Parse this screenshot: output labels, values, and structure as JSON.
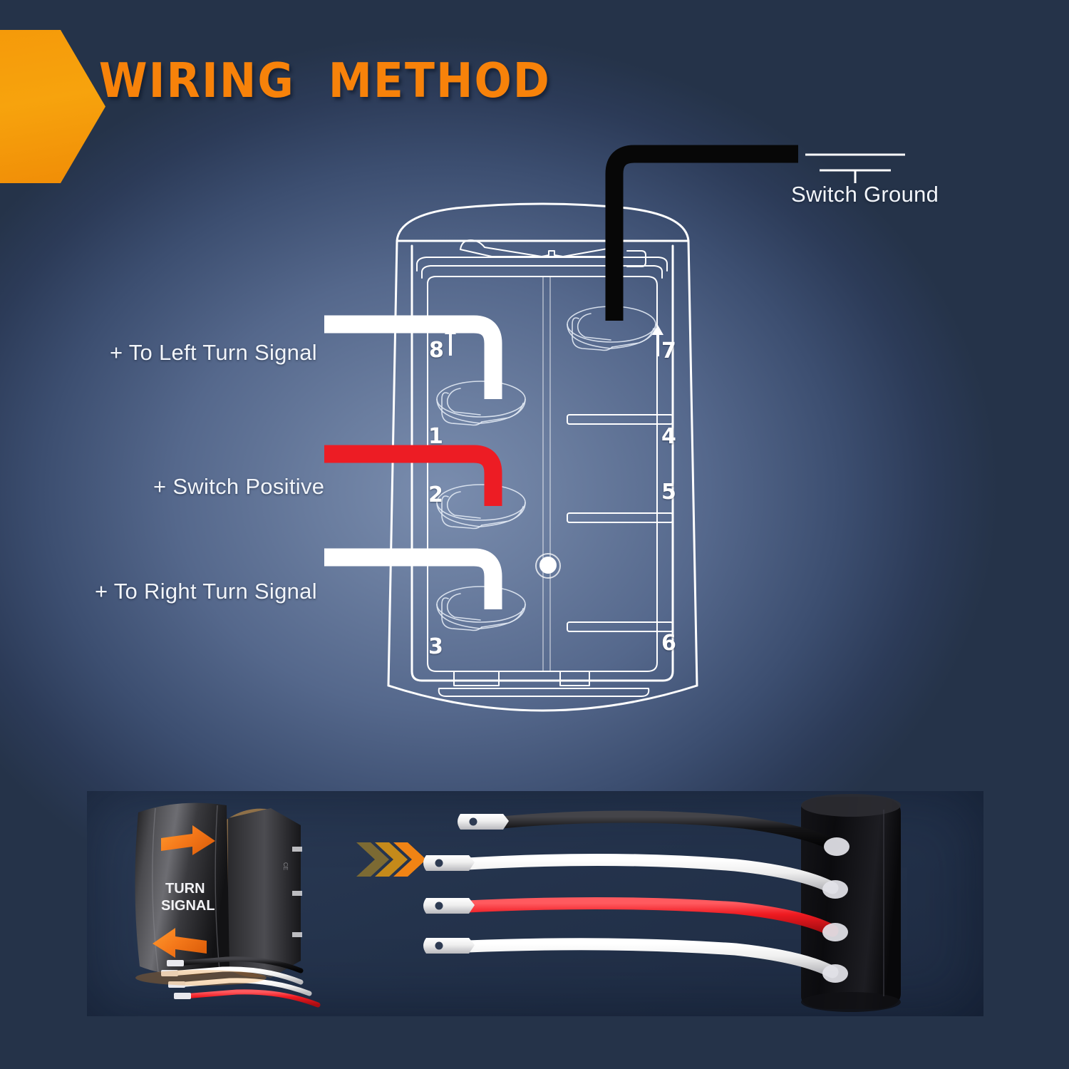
{
  "header": {
    "title": "WIRING  METHOD",
    "accent_orange": "#f7820a",
    "corner_arrow_icon": "chevron-right-arrow"
  },
  "background": {
    "light_blue": "#7a8dae",
    "dark_navy": "#253349"
  },
  "diagram": {
    "labels": {
      "left_turn": "+ To Left Turn Signal",
      "switch_positive": "+ Switch Positive",
      "right_turn": "+ To Right Turn Signal",
      "switch_ground": "Switch Ground"
    },
    "wires": [
      {
        "name": "left-turn-wire",
        "color": "#ffffff",
        "color_name": "white",
        "terminal": "8"
      },
      {
        "name": "switch-positive-wire",
        "color": "#ed1c24",
        "color_name": "red",
        "terminal": "2"
      },
      {
        "name": "right-turn-wire",
        "color": "#ffffff",
        "color_name": "white",
        "terminal": "3"
      },
      {
        "name": "switch-ground-wire",
        "color": "#050505",
        "color_name": "black",
        "terminal": "7"
      }
    ],
    "terminals_left": [
      "8",
      "1",
      "2",
      "3"
    ],
    "terminals_right": [
      "7",
      "4",
      "5",
      "6"
    ],
    "terminal_arrows": [
      "8",
      "7"
    ],
    "outline_color": "#ffffff"
  },
  "product": {
    "switch_face_text_line1": "TURN",
    "switch_face_text_line2": "SIGNAL",
    "switch_face_label": "TURN SIGNAL",
    "top_arrow_icon": "arrow-right-orange",
    "bottom_arrow_icon": "arrow-left-orange",
    "transition_icon": "triple-chevron-right",
    "lead_wires": [
      {
        "name": "lead-wire-black",
        "color": "#111111",
        "color_name": "black"
      },
      {
        "name": "lead-wire-white-top",
        "color": "#f4f4f4",
        "color_name": "white"
      },
      {
        "name": "lead-wire-red",
        "color": "#f01b20",
        "color_name": "red"
      },
      {
        "name": "lead-wire-white-bottom",
        "color": "#f4f4f4",
        "color_name": "white"
      }
    ],
    "terminal_icon": "spade-connector",
    "body_color": "#0d0d0f"
  }
}
